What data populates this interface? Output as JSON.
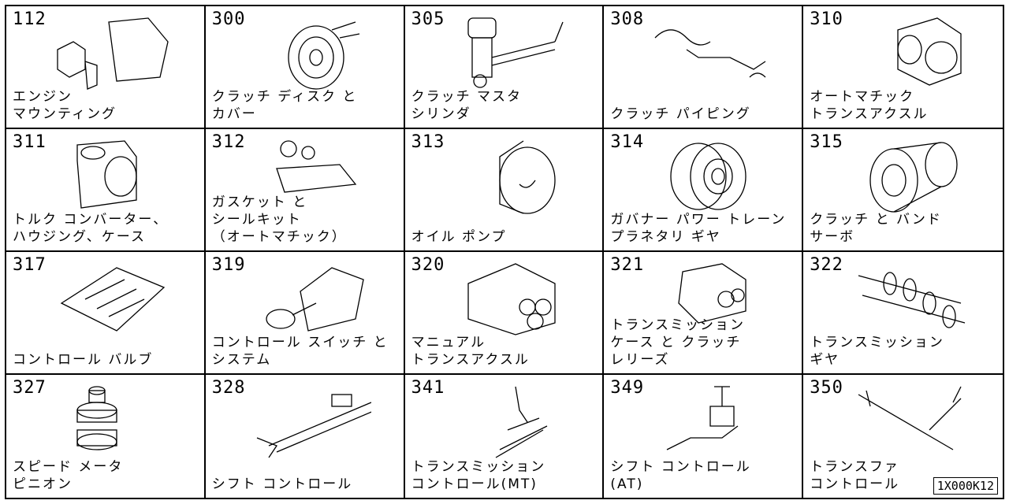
{
  "catalog_id": "1X000K12",
  "items": [
    {
      "code": "112",
      "label": "エンジン\nマウンティング"
    },
    {
      "code": "300",
      "label": "クラッチ ディスク と\nカバー"
    },
    {
      "code": "305",
      "label": "クラッチ マスタ\nシリンダ"
    },
    {
      "code": "308",
      "label": "クラッチ パイピング"
    },
    {
      "code": "310",
      "label": "オートマチック\nトランスアクスル"
    },
    {
      "code": "311",
      "label": "トルク コンバーター、\nハウジング、ケース"
    },
    {
      "code": "312",
      "label": "ガスケット と\nシールキット\n（オートマチック）"
    },
    {
      "code": "313",
      "label": "オイル ポンプ"
    },
    {
      "code": "314",
      "label": "ガバナー パワー トレーン\nプラネタリ ギヤ"
    },
    {
      "code": "315",
      "label": "クラッチ と バンド\nサーボ"
    },
    {
      "code": "317",
      "label": "コントロール バルブ"
    },
    {
      "code": "319",
      "label": "コントロール スイッチ と\nシステム"
    },
    {
      "code": "320",
      "label": "マニュアル\nトランスアクスル"
    },
    {
      "code": "321",
      "label": "トランスミッション\nケース と クラッチ\nレリーズ"
    },
    {
      "code": "322",
      "label": "トランスミッション\nギヤ"
    },
    {
      "code": "327",
      "label": "スピード メータ\nピニオン"
    },
    {
      "code": "328",
      "label": "シフト コントロール"
    },
    {
      "code": "341",
      "label": "トランスミッション\nコントロール(MT)"
    },
    {
      "code": "349",
      "label": "シフト コントロール\n(AT)"
    },
    {
      "code": "350",
      "label": "トランスファ\nコントロール"
    }
  ]
}
